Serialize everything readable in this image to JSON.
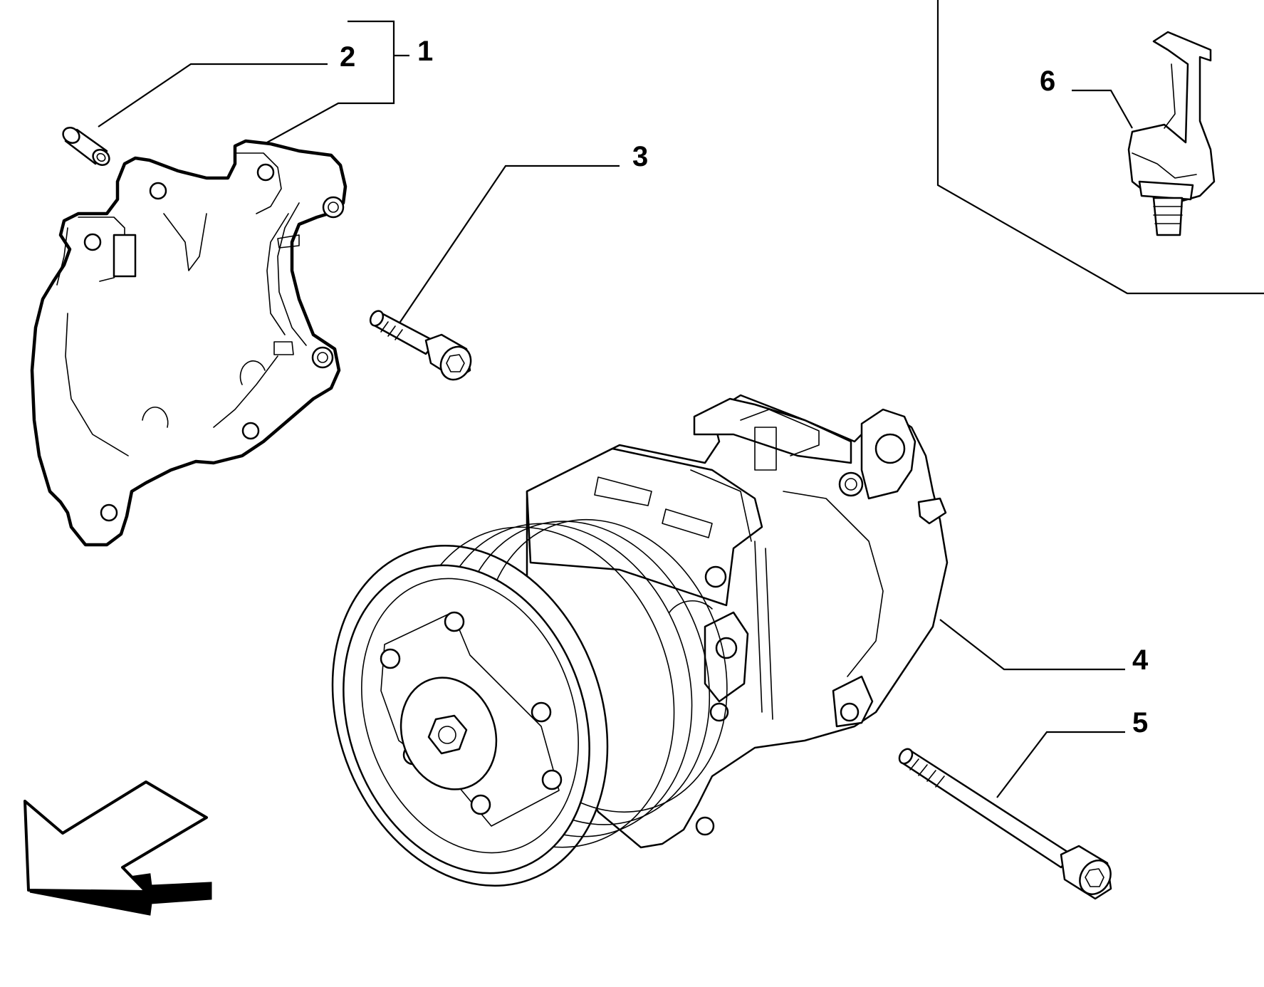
{
  "callouts": [
    {
      "id": "1",
      "text": "1"
    },
    {
      "id": "2",
      "text": "2"
    },
    {
      "id": "3",
      "text": "3"
    },
    {
      "id": "4",
      "text": "4"
    },
    {
      "id": "5",
      "text": "5"
    },
    {
      "id": "6",
      "text": "6"
    }
  ],
  "parts": [
    {
      "ref": "1",
      "shape": "mounting-bracket"
    },
    {
      "ref": "2",
      "shape": "bushing"
    },
    {
      "ref": "3",
      "shape": "bolt"
    },
    {
      "ref": "4",
      "shape": "ac-compressor"
    },
    {
      "ref": "5",
      "shape": "long-bolt"
    },
    {
      "ref": "6",
      "shape": "hose-clip"
    }
  ],
  "icons": {
    "direction": "front-arrow-icon"
  },
  "colors": {
    "line": "#000000",
    "background": "#ffffff"
  }
}
